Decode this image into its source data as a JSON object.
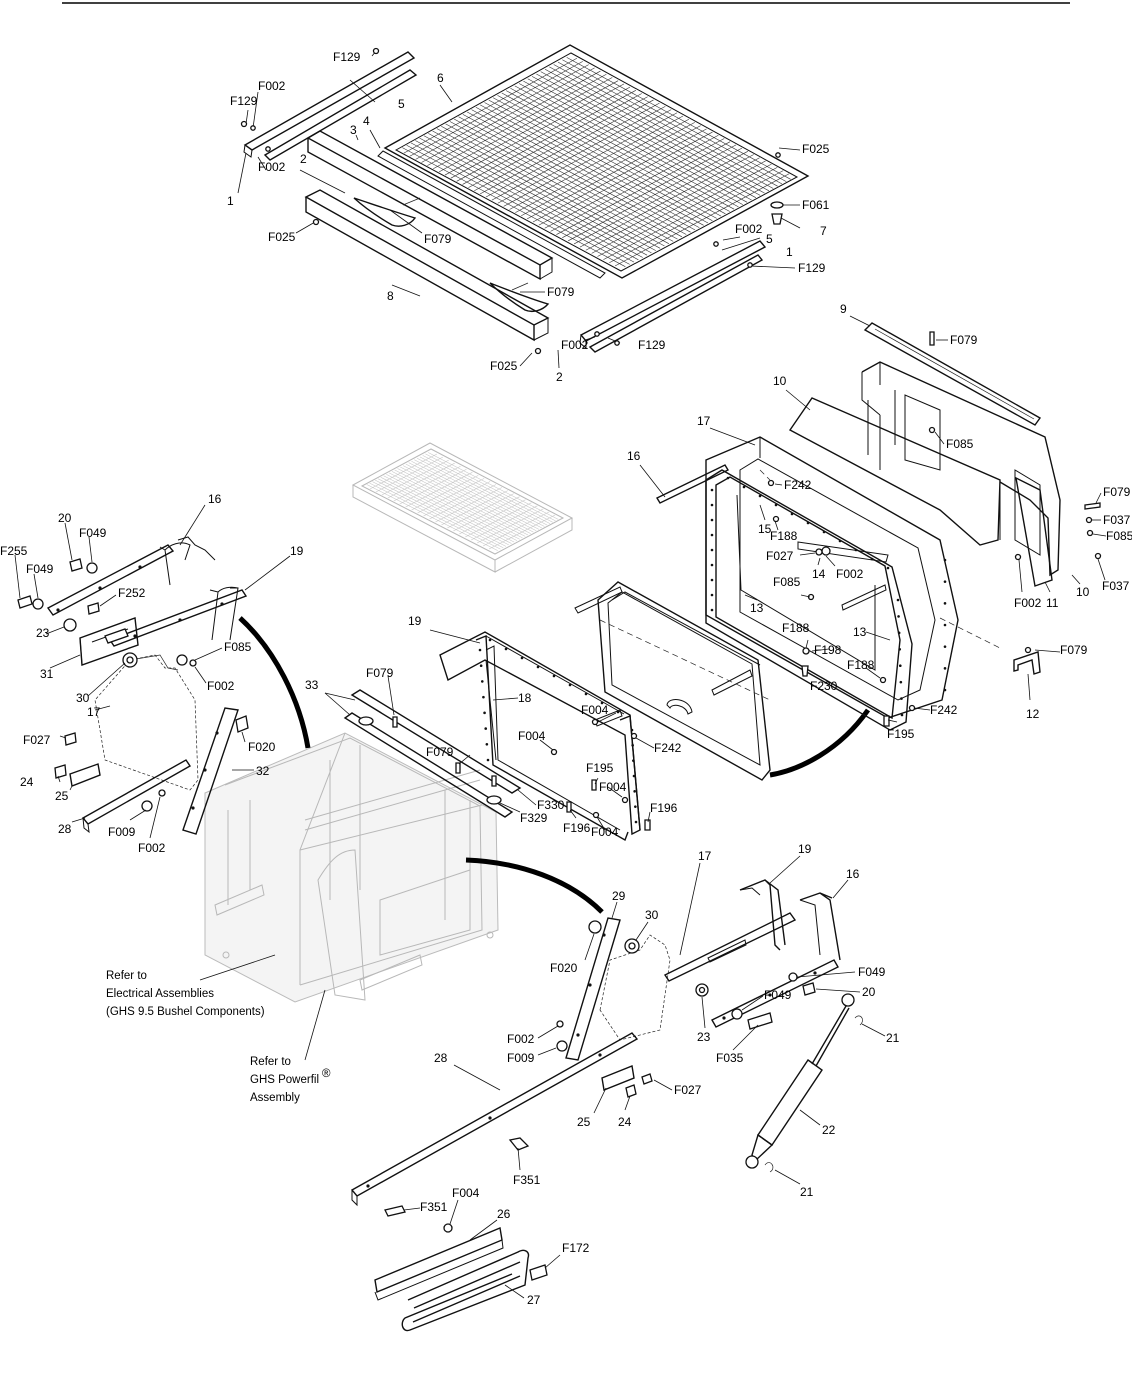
{
  "diagram": {
    "labels": {
      "l1a": "1",
      "l1b": "1",
      "l2a": "2",
      "l2b": "2",
      "l3": "3",
      "l4": "4",
      "l5a": "5",
      "l5b": "5",
      "l6": "6",
      "l7": "7",
      "l8": "8",
      "l9": "9",
      "l10a": "10",
      "l10b": "10",
      "l11": "11",
      "l12": "12",
      "l13a": "13",
      "l13b": "13",
      "l14": "14",
      "l15": "15",
      "l16a": "16",
      "l16b": "16",
      "l16c": "16",
      "l17a": "17",
      "l17b": "17",
      "l17c": "17",
      "l18": "18",
      "l19a": "19",
      "l19b": "19",
      "l19c": "19",
      "l20a": "20",
      "l20b": "20",
      "l21a": "21",
      "l21b": "21",
      "l22": "22",
      "l23a": "23",
      "l23b": "23",
      "l24a": "24",
      "l24b": "24",
      "l25a": "25",
      "l25b": "25",
      "l26": "26",
      "l27": "27",
      "l28a": "28",
      "l28b": "28",
      "l29": "29",
      "l30a": "30",
      "l30b": "30",
      "l31": "31",
      "l32": "32",
      "l33": "33",
      "fF129a": "F129",
      "fF129b": "F129",
      "fF129c": "F129",
      "fF129d": "F129",
      "fF002a": "F002",
      "fF002b": "F002",
      "fF002c": "F002",
      "fF002d": "F002",
      "fF002e": "F002",
      "fF002f": "F002",
      "fF002g": "F002",
      "fF002h": "F002",
      "fF002i": "F002",
      "fF025a": "F025",
      "fF025b": "F025",
      "fF025c": "F025",
      "fF079a": "F079",
      "fF079b": "F079",
      "fF079c": "F079",
      "fF079d": "F079",
      "fF079e": "F079",
      "fF079f": "F079",
      "fF079g": "F079",
      "fF061": "F061",
      "fF085a": "F085",
      "fF085b": "F085",
      "fF085c": "F085",
      "fF085d": "F085",
      "fF242a": "F242",
      "fF242b": "F242",
      "fF242c": "F242",
      "fF188a": "F188",
      "fF188b": "F188",
      "fF188c": "F188",
      "fF027a": "F027",
      "fF027b": "F027",
      "fF027c": "F027",
      "fF037a": "F037",
      "fF037b": "F037",
      "fF198": "F198",
      "fF230": "F230",
      "fF195a": "F195",
      "fF195b": "F195",
      "fF004a": "F004",
      "fF004b": "F004",
      "fF004c": "F004",
      "fF004d": "F004",
      "fF004e": "F004",
      "fF196a": "F196",
      "fF196b": "F196",
      "fF330": "F330",
      "fF329": "F329",
      "fF255": "F255",
      "fF049a": "F049",
      "fF049b": "F049",
      "fF049c": "F049",
      "fF049d": "F049",
      "fF252": "F252",
      "fF020a": "F020",
      "fF020b": "F020",
      "fF009a": "F009",
      "fF009b": "F009",
      "fF035": "F035",
      "fF351a": "F351",
      "fF351b": "F351",
      "fF172": "F172"
    },
    "notes": {
      "electrical": [
        "Refer to",
        "Electrical Assemblies",
        "(GHS 9.5 Bushel Components)"
      ],
      "powerfill": [
        "Refer to",
        "GHS Powerfil",
        "Assembly"
      ],
      "registered": "®"
    }
  }
}
